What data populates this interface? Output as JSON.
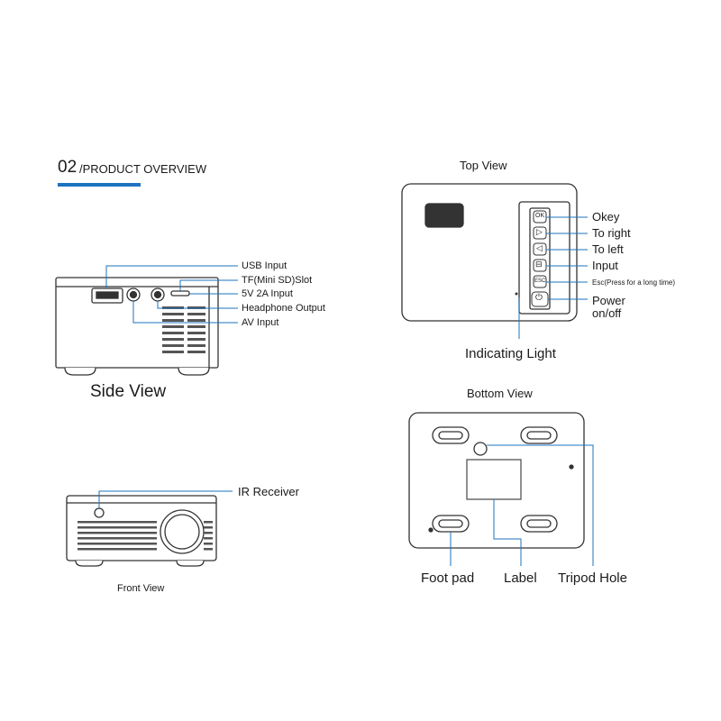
{
  "header": {
    "number": "02",
    "title": "/PRODUCT OVERVIEW",
    "accent_color": "#1e73be"
  },
  "side_view": {
    "caption": "Side View",
    "labels": [
      "USB Input",
      "TF(Mini SD)Slot",
      "5V 2A Input",
      "Headphone Output",
      "AV Input"
    ]
  },
  "front_view": {
    "caption": "Front View",
    "labels": [
      "IR Receiver"
    ]
  },
  "top_view": {
    "caption": "Top View",
    "button_glyphs": [
      "OK",
      "▷",
      "◁",
      "⊟",
      "ESC",
      "⏻"
    ],
    "labels": [
      "Okey",
      "To right",
      "To left",
      "Input",
      "Esc(Press for a long time)",
      "Power",
      "on/off"
    ],
    "indicator_label": "Indicating Light"
  },
  "bottom_view": {
    "caption": "Bottom View",
    "labels": [
      "Foot pad",
      "Label",
      "Tripod Hole"
    ]
  },
  "colors": {
    "line": "#333333",
    "callout_line": "#1e73be"
  }
}
